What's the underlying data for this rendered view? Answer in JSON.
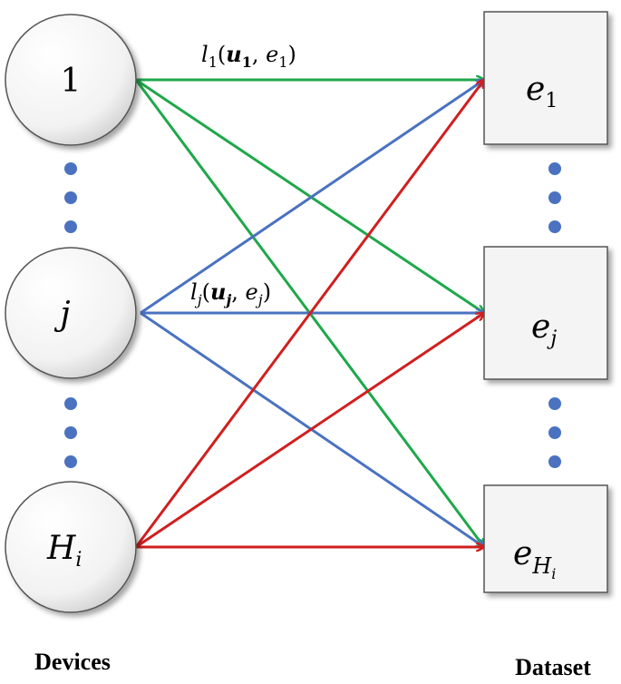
{
  "devices": {
    "caption": "Devices",
    "nodes": [
      {
        "id": "1",
        "label": "1",
        "italic": false
      },
      {
        "id": "j",
        "label": "j",
        "italic": true
      },
      {
        "id": "Hi",
        "label": "H",
        "sub": "i",
        "italic": true
      }
    ]
  },
  "dataset": {
    "caption": "Dataset",
    "nodes": [
      {
        "id": "e1",
        "label": "e",
        "sub": "1"
      },
      {
        "id": "ej",
        "label": "e",
        "sub": "j"
      },
      {
        "id": "eHi",
        "label": "e",
        "sub": "H",
        "subsub": "i"
      }
    ]
  },
  "edge_labels": {
    "top": {
      "l": "l",
      "lsub": "1",
      "u": "u",
      "usub": "1",
      "e": "e",
      "esub": "1"
    },
    "mid": {
      "l": "l",
      "lsub": "j",
      "u": "u",
      "usub": "j",
      "e": "e",
      "esub": "j"
    }
  },
  "colors": {
    "device_1_edges": "#1fa84a",
    "device_j_edges": "#4a72c0",
    "device_Hi_edges": "#d11f1f",
    "dots": "#4a72c0",
    "node_stroke": "#555555"
  }
}
